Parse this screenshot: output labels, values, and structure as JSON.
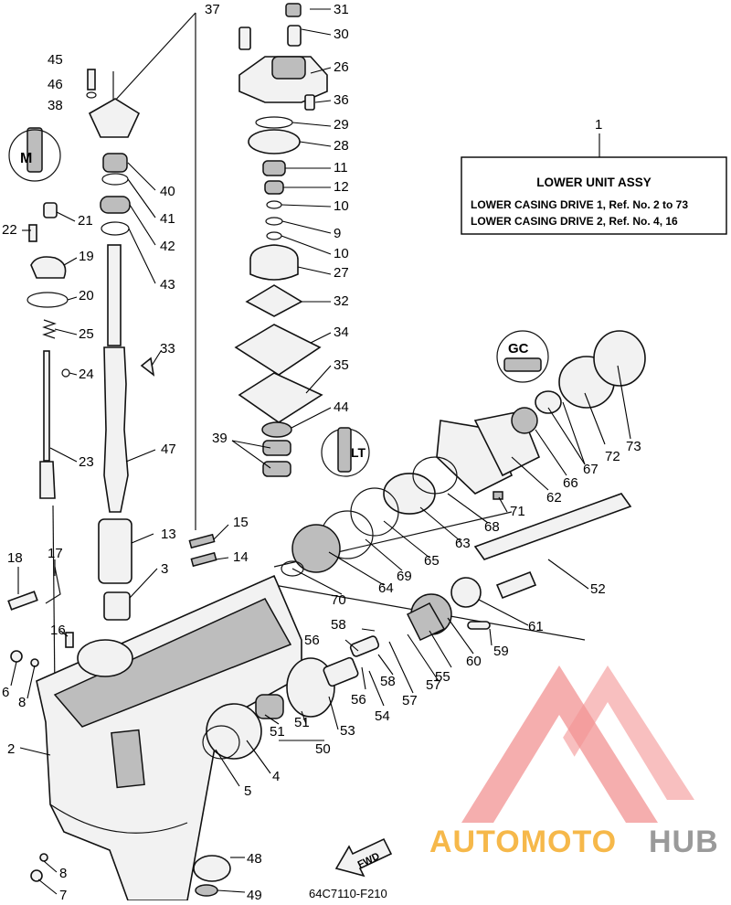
{
  "assembly_box": {
    "ref": "1",
    "title": "LOWER UNIT ASSY",
    "line1": "LOWER CASING DRIVE 1,  Ref. No. 2 to 73",
    "line2": "LOWER CASING DRIVE 2,  Ref. No. 4, 16"
  },
  "drawing_code": "64C7110-F210",
  "fwd_label": "FWD",
  "detail_marks": {
    "m": "M",
    "gc": "GC",
    "lt": "LT"
  },
  "watermark": {
    "part1": "AUTOMOTO",
    "part2": "HUB",
    "color_main": "#f6b84a",
    "color_secondary": "#9a9a9a",
    "logo_color": "#f08080"
  },
  "callouts": [
    {
      "n": "37"
    },
    {
      "n": "31"
    },
    {
      "n": "30"
    },
    {
      "n": "26"
    },
    {
      "n": "45"
    },
    {
      "n": "46"
    },
    {
      "n": "36"
    },
    {
      "n": "38"
    },
    {
      "n": "29"
    },
    {
      "n": "28"
    },
    {
      "n": "11"
    },
    {
      "n": "12"
    },
    {
      "n": "10"
    },
    {
      "n": "9"
    },
    {
      "n": "10"
    },
    {
      "n": "40"
    },
    {
      "n": "41"
    },
    {
      "n": "42"
    },
    {
      "n": "21"
    },
    {
      "n": "22"
    },
    {
      "n": "19"
    },
    {
      "n": "27"
    },
    {
      "n": "43"
    },
    {
      "n": "20"
    },
    {
      "n": "32"
    },
    {
      "n": "25"
    },
    {
      "n": "34"
    },
    {
      "n": "33"
    },
    {
      "n": "24"
    },
    {
      "n": "35"
    },
    {
      "n": "44"
    },
    {
      "n": "39"
    },
    {
      "n": "47"
    },
    {
      "n": "23"
    },
    {
      "n": "13"
    },
    {
      "n": "15"
    },
    {
      "n": "14"
    },
    {
      "n": "3"
    },
    {
      "n": "18"
    },
    {
      "n": "17"
    },
    {
      "n": "16"
    },
    {
      "n": "6"
    },
    {
      "n": "8"
    },
    {
      "n": "2"
    },
    {
      "n": "8"
    },
    {
      "n": "7"
    },
    {
      "n": "5"
    },
    {
      "n": "4"
    },
    {
      "n": "51"
    },
    {
      "n": "51"
    },
    {
      "n": "50"
    },
    {
      "n": "53"
    },
    {
      "n": "56"
    },
    {
      "n": "56"
    },
    {
      "n": "58"
    },
    {
      "n": "58"
    },
    {
      "n": "54"
    },
    {
      "n": "57"
    },
    {
      "n": "57"
    },
    {
      "n": "55"
    },
    {
      "n": "60"
    },
    {
      "n": "59"
    },
    {
      "n": "61"
    },
    {
      "n": "52"
    },
    {
      "n": "70"
    },
    {
      "n": "64"
    },
    {
      "n": "69"
    },
    {
      "n": "65"
    },
    {
      "n": "63"
    },
    {
      "n": "68"
    },
    {
      "n": "71"
    },
    {
      "n": "62"
    },
    {
      "n": "66"
    },
    {
      "n": "67"
    },
    {
      "n": "72"
    },
    {
      "n": "73"
    },
    {
      "n": "48"
    },
    {
      "n": "49"
    },
    {
      "n": "1"
    }
  ]
}
